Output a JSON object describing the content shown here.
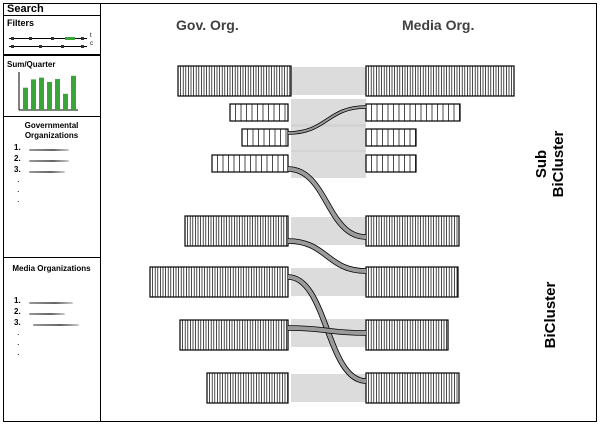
{
  "sidebar": {
    "search_label": "Search",
    "filters_label": "Filters",
    "filter_sliders": [
      {
        "end_label": "t"
      },
      {
        "end_label": "c"
      }
    ],
    "sum_quarter_label": "Sum/Quarter",
    "sum_quarter_bars": [
      0.62,
      0.85,
      0.9,
      0.78,
      0.86,
      0.45,
      0.95
    ],
    "gov_title": "Governmental Organizations",
    "gov_items": [
      "1.",
      "2.",
      "3."
    ],
    "gov_dots": [
      ".",
      ".",
      "."
    ],
    "media_title": "Media Organizations",
    "media_items": [
      "1.",
      "2.",
      "3."
    ],
    "media_dots": [
      ".",
      ".",
      "."
    ]
  },
  "main": {
    "left_header": "Gov. Org.",
    "right_header": "Media  Org.",
    "sub_label_line1": "Sub",
    "sub_label_line2": "BiCluster",
    "bi_label": "BiCluster"
  },
  "colors": {
    "highlight_green": "#3aa63a",
    "bar_fill": "#e8e8e8",
    "band_gray": "#d0d0d0",
    "bar_stroke": "#000000"
  }
}
